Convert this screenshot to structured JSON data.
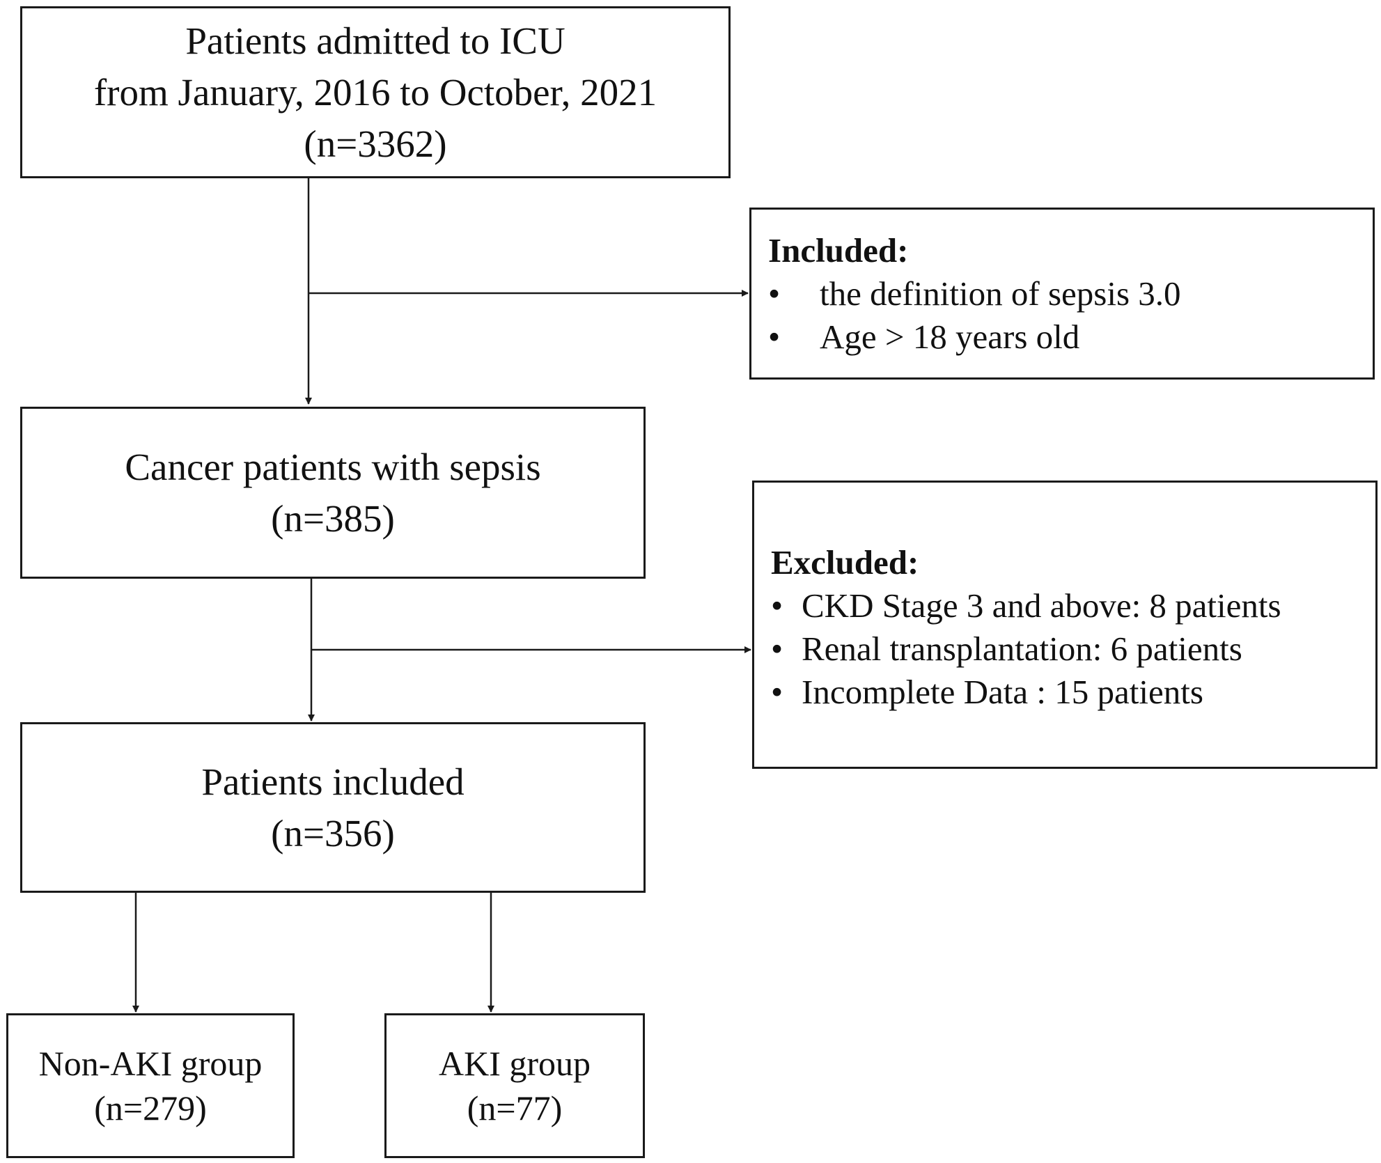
{
  "boxes": {
    "admitted": {
      "lines": [
        "Patients admitted to ICU",
        "from January, 2016 to October, 2021",
        "(n=3362)"
      ]
    },
    "cancer_sepsis": {
      "lines": [
        "Cancer patients with sepsis",
        "(n=385)"
      ]
    },
    "included_patients": {
      "lines": [
        "Patients included",
        "(n=356)"
      ]
    },
    "non_aki": {
      "lines": [
        "Non-AKI group",
        "(n=279)"
      ]
    },
    "aki": {
      "lines": [
        "AKI group",
        "(n=77)"
      ]
    }
  },
  "inclusion": {
    "heading": "Included:",
    "bullet": "•",
    "items": [
      "the definition of sepsis 3.0",
      "Age > 18 years old"
    ]
  },
  "exclusion": {
    "heading": "Excluded:",
    "bullet": "•",
    "items": [
      "CKD Stage 3 and above: 8 patients",
      "Renal transplantation:  6 patients",
      "Incomplete Data :  15 patients"
    ]
  },
  "colors": {
    "border": "#1a1a1a",
    "text": "#111111",
    "background": "#ffffff"
  }
}
